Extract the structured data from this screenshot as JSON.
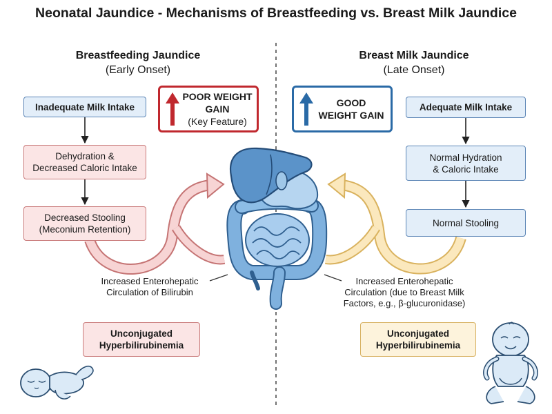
{
  "title": "Neonatal Jaundice - Mechanisms of Breastfeeding vs. Breast Milk Jaundice",
  "left": {
    "heading": "Breastfeeding Jaundice",
    "subheading": "(Early Onset)",
    "callout_line1": "POOR WEIGHT",
    "callout_line2": "GAIN",
    "callout_line3": "(Key Feature)",
    "step1": "Inadequate Milk Intake",
    "step2_line1": "Dehydration &",
    "step2_line2": "Decreased Caloric Intake",
    "step3_line1": "Decreased Stooling",
    "step3_line2": "(Meconium Retention)",
    "circulation_line1": "Increased Enterohepatic",
    "circulation_line2": "Circulation of Bilirubin",
    "result_line1": "Unconjugated",
    "result_line2": "Hyperbilirubinemia"
  },
  "right": {
    "heading": "Breast Milk Jaundice",
    "subheading": "(Late Onset)",
    "callout_line1": "GOOD",
    "callout_line2": "WEIGHT GAIN",
    "step1": "Adequate Milk Intake",
    "step2_line1": "Normal Hydration",
    "step2_line2": "& Caloric Intake",
    "step3": "Normal Stooling",
    "circulation_line1": "Increased Enterohepatic",
    "circulation_line2": "Circulation (due to Breast Milk",
    "circulation_line3": "Factors, e.g., β-glucuronidase)",
    "result_line1": "Unconjugated",
    "result_line2": "Hyperbilirubinemia"
  },
  "icons": [
    "up-arrow-red-icon",
    "up-arrow-blue-icon",
    "liver-intestine-illustration",
    "sleeping-baby-icon",
    "sitting-baby-icon"
  ],
  "colors": {
    "red_border": "#c0282e",
    "blue_border": "#2a6aa6",
    "red_fill": "#fbe5e5",
    "blue_fill": "#e3eef9",
    "yellow_fill": "#fdf3dc",
    "organ_blue": "#5b93c9"
  }
}
